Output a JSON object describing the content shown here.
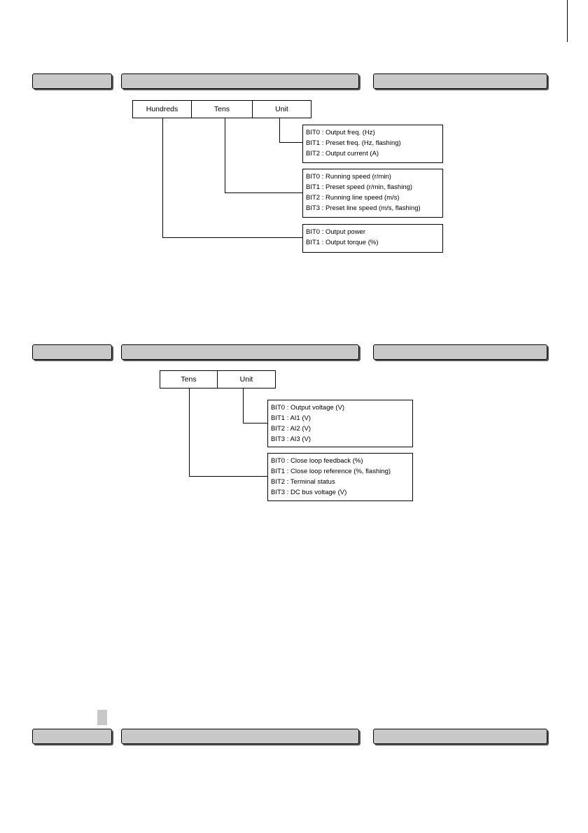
{
  "section1": {
    "digits": [
      "Hundreds",
      "Tens",
      "Unit"
    ],
    "unit_bits": [
      "BIT0 : Output freq. (Hz)",
      "BIT1 : Preset freq. (Hz, flashing)",
      "BIT2 : Output current (A)"
    ],
    "tens_bits": [
      "BIT0 : Running speed (r/min)",
      "BIT1 : Preset speed (r/min, flashing)",
      "BIT2 : Running line speed (m/s)",
      "BIT3 : Preset line speed (m/s, flashing)"
    ],
    "hundreds_bits": [
      "BIT0 : Output power",
      "BIT1 : Output torque (%)"
    ]
  },
  "section2": {
    "digits": [
      "Tens",
      "Unit"
    ],
    "unit_bits": [
      "BIT0 : Output voltage (V)",
      "BIT1 : AI1 (V)",
      "BIT2 : AI2 (V)",
      "BIT3 : AI3 (V)"
    ],
    "tens_bits": [
      "BIT0 : Close loop feedback (%)",
      "BIT1 : Close loop reference (%, flashing)",
      "BIT2 : Terminal status",
      "BIT3 : DC bus voltage (V)"
    ]
  },
  "colors": {
    "header_fill": "#c8c8c8",
    "ink": "#000000"
  }
}
